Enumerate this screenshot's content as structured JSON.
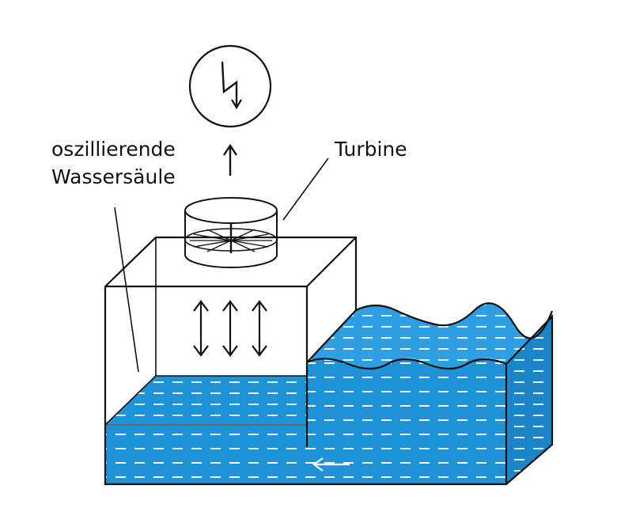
{
  "labels": {
    "column": [
      "oszillierende",
      "Wassersäule"
    ],
    "turbine": "Turbine"
  },
  "icons": {
    "generator": "electricity-symbol-icon",
    "output_arrow": "arrow-up-icon",
    "oscillation": "double-arrow-vertical-icon",
    "flow": "arrow-left-icon"
  },
  "colors": {
    "water": "#1f93d8",
    "water_top": "#2e9fe3",
    "water_right": "#1a86c8",
    "stroke": "#111111",
    "water_dash": "#ffffff"
  }
}
